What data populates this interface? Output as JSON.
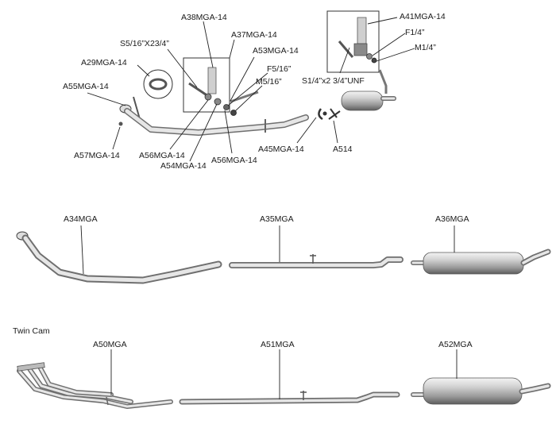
{
  "labels": {
    "a38": "A38MGA-14",
    "a37": "A37MGA-14",
    "s5": "S5/16”X23/4”",
    "a53": "A53MGA-14",
    "a29": "A29MGA-14",
    "f5": "F5/16”",
    "m5": "M5/16”",
    "a55": "A55MGA-14",
    "a57": "A57MGA-14",
    "a56a": "A56MGA-14",
    "a54": "A54MGA-14",
    "a56b": "A56MGA-14",
    "a45": "A45MGA-14",
    "a514": "A514",
    "a41": "A41MGA-14",
    "f1": "F1/4”",
    "m1": "M1/4”",
    "s1": "S1/4”x2 3/4”UNF",
    "a34": "A34MGA",
    "a35": "A35MGA",
    "a36": "A36MGA",
    "twin_cam": "Twin Cam",
    "a50": "A50MGA",
    "a51": "A51MGA",
    "a52": "A52MGA"
  },
  "colors": {
    "pipe_dark": "#6f6f6f",
    "pipe_mid": "#b3b3b3",
    "pipe_light": "#e6e6e6",
    "text": "#1a1a1a"
  }
}
